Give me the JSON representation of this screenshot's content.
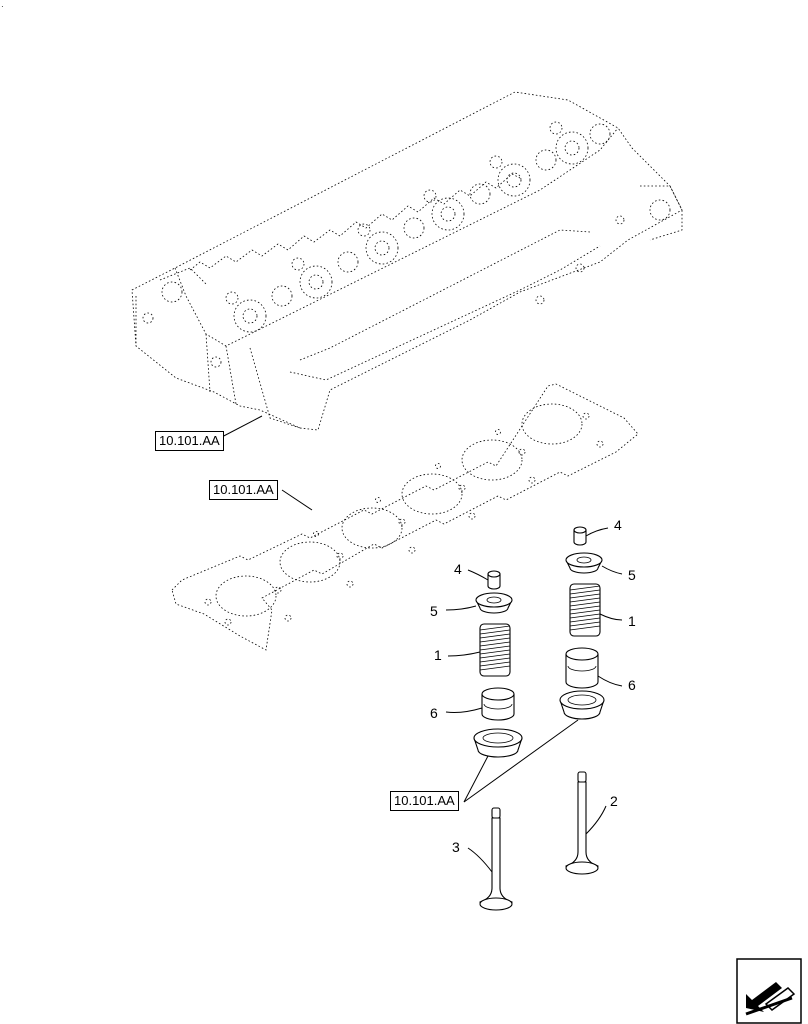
{
  "corner_mark": "·",
  "references": {
    "cylinder_head": "10.101.AA",
    "head_gasket": "10.101.AA",
    "valve_seats": "10.101.AA"
  },
  "callouts": {
    "spring_right": "1",
    "spring_left": "1",
    "exhaust_valve": "2",
    "intake_valve": "3",
    "cotter_right": "4",
    "cotter_left": "4",
    "retainer_right": "5",
    "retainer_left": "5",
    "guide_seal_right": "6",
    "guide_seal_left": "6"
  },
  "icons": {
    "navigation": "next-page-arrow-icon"
  }
}
